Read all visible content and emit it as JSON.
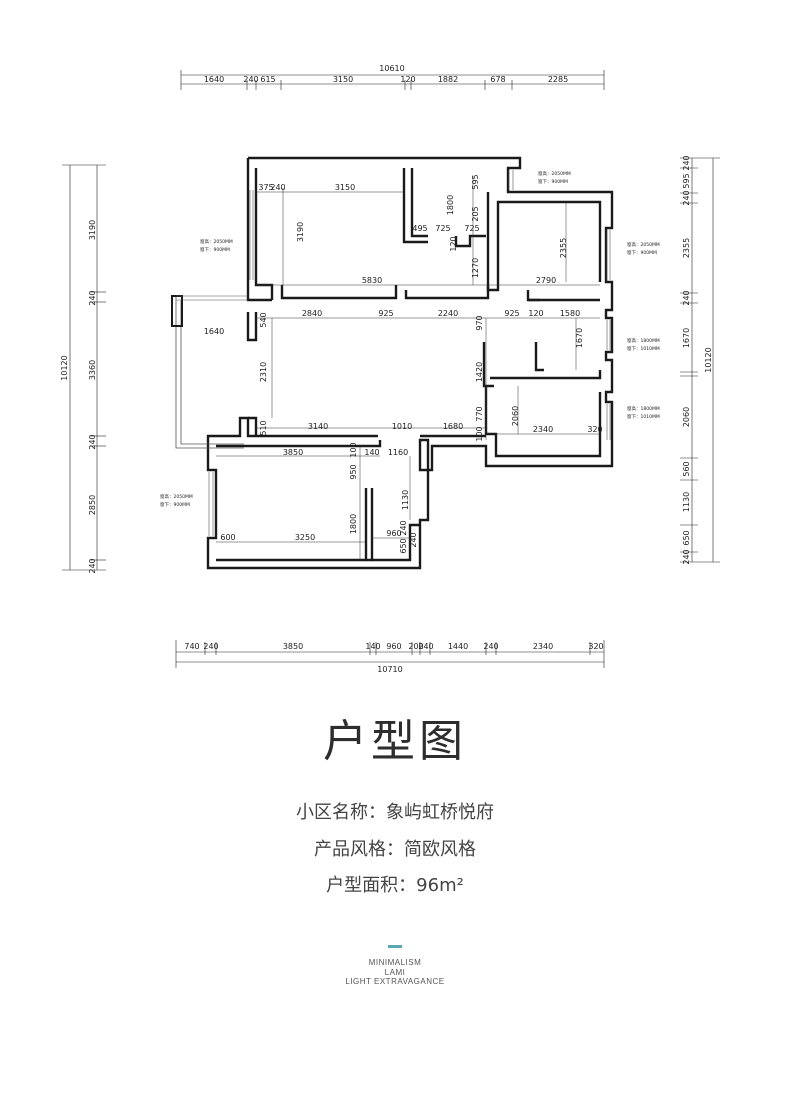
{
  "accent_color": "#5aa8b5",
  "wall_color": "#1a1a1a",
  "plan": {
    "top_total": "10610",
    "top_segments": [
      "1640",
      "240",
      "615",
      "3150",
      "120",
      "1882",
      "678",
      "2285"
    ],
    "bottom_total": "10710",
    "bottom_segments": [
      "740",
      "240",
      "3850",
      "140",
      "960",
      "200",
      "240",
      "1440",
      "240",
      "2340",
      "320"
    ],
    "left_total": "10120",
    "left_segments": [
      "3190",
      "240",
      "3360",
      "240",
      "2850",
      "240"
    ],
    "right_total": "10120",
    "right_segments": [
      "240",
      "595",
      "240",
      "2355",
      "240",
      "1670",
      "2060",
      "560",
      "1130",
      "650",
      "240"
    ],
    "interior_dims": [
      "375",
      "240",
      "3150",
      "3190",
      "1800",
      "595",
      "495",
      "725",
      "725",
      "205",
      "120",
      "1270",
      "2355",
      "5830",
      "2790",
      "2840",
      "925",
      "2240",
      "970",
      "925",
      "120",
      "1580",
      "540",
      "1640",
      "1670",
      "2310",
      "1420",
      "2060",
      "770",
      "3140",
      "1010",
      "1680",
      "100",
      "2340",
      "320",
      "510",
      "3850",
      "100",
      "140",
      "1160",
      "950",
      "1130",
      "1800",
      "600",
      "3250",
      "960",
      "240",
      "650",
      "240"
    ],
    "window_notes": {
      "w1a": "窗高：2050MM",
      "w1b": "窗下：900MM",
      "w2a": "窗高：2050MM",
      "w2b": "窗下：900MM",
      "w3a": "窗高：2050MM",
      "w3b": "窗下：900MM",
      "w4a": "窗高：1800MM",
      "w4b": "窗下：1010MM",
      "w5a": "窗高：1800MM",
      "w5b": "窗下：1010MM",
      "w6a": "窗高：2050MM",
      "w6b": "窗下：900MM"
    }
  },
  "title": "户型图",
  "info": {
    "community": "小区名称：象屿虹桥悦府",
    "style": "产品风格：简欧风格",
    "area": "户型面积：96m²"
  },
  "brand": {
    "line1": "MINIMALISM",
    "line2": "LAMI",
    "line3": "LIGHT EXTRAVAGANCE"
  }
}
